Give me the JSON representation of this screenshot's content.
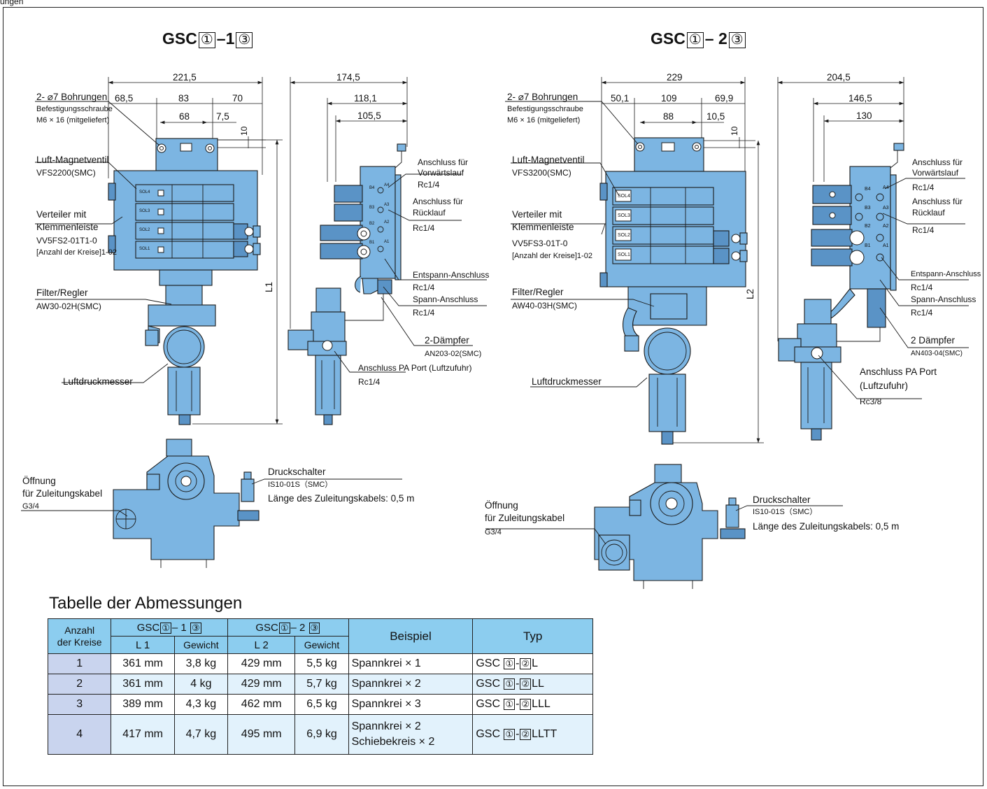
{
  "header_fragment": "ungen",
  "left": {
    "title_prefix": "GSC",
    "title_box1": "①",
    "title_mid": "–1",
    "title_box3": "③",
    "dim_total": "221,5",
    "dim_a": "68,5",
    "dim_b": "83",
    "dim_c": "70",
    "dim_d": "68",
    "dim_e": "7,5",
    "dim_f": "10",
    "dim_side_total": "174,5",
    "dim_side_a": "118,1",
    "dim_side_b": "105,5",
    "dim_height": "L1",
    "holes_label": "2- ⌀7 Bohrungen",
    "screw_label": "Befestigungsschraube",
    "screw_spec": "M6 × 16 (mitgeliefert)",
    "valve_label": "Luft-Magnetventil",
    "valve_spec": "VFS2200(SMC)",
    "manifold_label_1": "Verteiler mit",
    "manifold_label_2": "Klemmenleiste",
    "manifold_spec": "VV5FS2-01T1-0",
    "manifold_note": "[Anzahl der Kreise]1-02",
    "filter_label": "Filter/Regler",
    "filter_spec": "AW30-02H(SMC)",
    "gauge_label": "Luftdruckmesser",
    "fwd_port_1": "Anschluss für",
    "fwd_port_2": "Vorwärtslauf",
    "fwd_port_spec": "Rc1/4",
    "ret_port_1": "Anschluss für",
    "ret_port_2": "Rücklauf",
    "ret_port_spec": "Rc1/4",
    "release_port": "Entspann-Anschluss",
    "release_spec": "Rc1/4",
    "clamp_port": "Spann-Anschluss",
    "clamp_spec": "Rc1/4",
    "damper_label": "2-Dämpfer",
    "damper_spec": "AN203-02(SMC)",
    "pa_port": "Anschluss PA Port (Luftzufuhr)",
    "pa_spec": "Rc1/4",
    "opening_1": "Öffnung",
    "opening_2": "für Zuleitungskabel",
    "opening_spec": "G3/4",
    "switch_label": "Druckschalter",
    "switch_spec": "IS10-01S（SMC）",
    "cable_length": "Länge des Zuleitungskabels: 0,5 m",
    "sol": [
      "SOL4",
      "SOL3",
      "SOL2",
      "SOL1"
    ]
  },
  "right": {
    "title_prefix": "GSC",
    "title_box1": "①",
    "title_mid": "– 2",
    "title_box3": "③",
    "dim_total": "229",
    "dim_a": "50,1",
    "dim_b": "109",
    "dim_c": "69,9",
    "dim_d": "88",
    "dim_e": "10,5",
    "dim_f": "10",
    "dim_side_total": "204,5",
    "dim_side_a": "146,5",
    "dim_side_b": "130",
    "dim_height": "L2",
    "holes_label": "2- ⌀7 Bohrungen",
    "screw_label": "Befestigungsschraube",
    "screw_spec": "M6 × 16 (mitgeliefert)",
    "valve_label": "Luft-Magnetventil",
    "valve_spec": "VFS3200(SMC)",
    "manifold_label_1": "Verteiler mit",
    "manifold_label_2": "Klemmenleiste",
    "manifold_spec": "VV5FS3-01T-0",
    "manifold_note": "[Anzahl der Kreise]1-02",
    "filter_label": "Filter/Regler",
    "filter_spec": "AW40-03H(SMC)",
    "gauge_label": "Luftdruckmesser",
    "fwd_port_1": "Anschluss für",
    "fwd_port_2": "Vorwärtslauf",
    "fwd_port_spec": "Rc1/4",
    "ret_port_1": "Anschluss für",
    "ret_port_2": "Rücklauf",
    "ret_port_spec": "Rc1/4",
    "release_port": "Entspann-Anschluss",
    "release_spec": "Rc1/4",
    "clamp_port": "Spann-Anschluss",
    "clamp_spec": "Rc1/4",
    "damper_label": "2 Dämpfer",
    "damper_spec": "AN403-04(SMC)",
    "pa_port_1": "Anschluss PA Port",
    "pa_port_2": "(Luftzufuhr)",
    "pa_spec": "Rc3/8",
    "opening_1": "Öffnung",
    "opening_2": "für Zuleitungskabel",
    "opening_spec": "G3/4",
    "switch_label": "Druckschalter",
    "switch_spec": "IS10-01S（SMC）",
    "cable_length": "Länge des Zuleitungskabels: 0,5 m",
    "sol": [
      "SOL4",
      "SOL3",
      "SOL2",
      "SOL1"
    ]
  },
  "port_marks": [
    "B4",
    "A4",
    "B3",
    "A3",
    "B2",
    "A2",
    "B1",
    "A1"
  ],
  "table": {
    "heading": "Tabelle der Abmessungen",
    "h_count_1": "Anzahl",
    "h_count_2": "der Kreise",
    "h_gsc1": "GSC",
    "h_gsc1_b1": "①",
    "h_gsc1_mid": "– 1",
    "h_gsc1_b3": "③",
    "h_gsc2": "GSC",
    "h_gsc2_b1": "①",
    "h_gsc2_mid": "– 2",
    "h_gsc2_b3": "③",
    "h_example": "Beispiel",
    "h_type": "Typ",
    "h_l1": "L 1",
    "h_w1": "Gewicht",
    "h_l2": "L 2",
    "h_w2": "Gewicht",
    "type_prefix": "GSC",
    "type_b1": "①",
    "type_dash": "-",
    "type_b2": "②",
    "rows": [
      {
        "n": "1",
        "l1": "361 mm",
        "w1": "3,8 kg",
        "l2": "429 mm",
        "w2": "5,5 kg",
        "ex": [
          "Spannkrei  × 1"
        ],
        "suffix": "L"
      },
      {
        "n": "2",
        "l1": "361 mm",
        "w1": "4 kg",
        "l2": "429 mm",
        "w2": "5,7 kg",
        "ex": [
          "Spannkrei × 2"
        ],
        "suffix": "LL"
      },
      {
        "n": "3",
        "l1": "389 mm",
        "w1": "4,3 kg",
        "l2": "462 mm",
        "w2": "6,5 kg",
        "ex": [
          "Spannkrei  × 3"
        ],
        "suffix": "LLL"
      },
      {
        "n": "4",
        "l1": "417 mm",
        "w1": "4,7 kg",
        "l2": "495 mm",
        "w2": "6,9 kg",
        "ex": [
          "Spannkrei  × 2",
          "Schiebekreis  × 2"
        ],
        "suffix": "LLTT"
      }
    ]
  },
  "colors": {
    "body": "#7cb5e2",
    "body_dark": "#5a93c6",
    "outline": "#1a1a1a",
    "table_head": "#8ccdef",
    "table_num": "#c9d4ee",
    "table_alt": "#e2f2fc"
  }
}
